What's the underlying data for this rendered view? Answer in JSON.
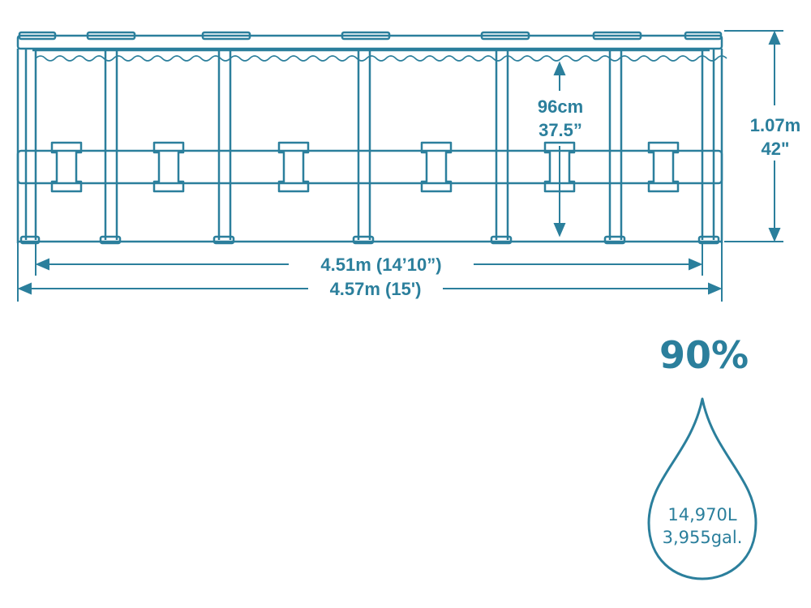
{
  "colors": {
    "stroke": "#2b7f9c",
    "text": "#2b7f9c",
    "background": "#ffffff"
  },
  "dimensions": {
    "inner_height": {
      "metric": "96cm",
      "imperial": "37.5”"
    },
    "outer_height": {
      "metric": "1.07m",
      "imperial": "42\""
    },
    "inner_width": "4.51m (14’10”)",
    "outer_width": "4.57m (15')"
  },
  "fill": {
    "percent_label": "90%",
    "percent_value": 90,
    "volume_liters": "14,970L",
    "volume_gallons": "3,955gal."
  }
}
